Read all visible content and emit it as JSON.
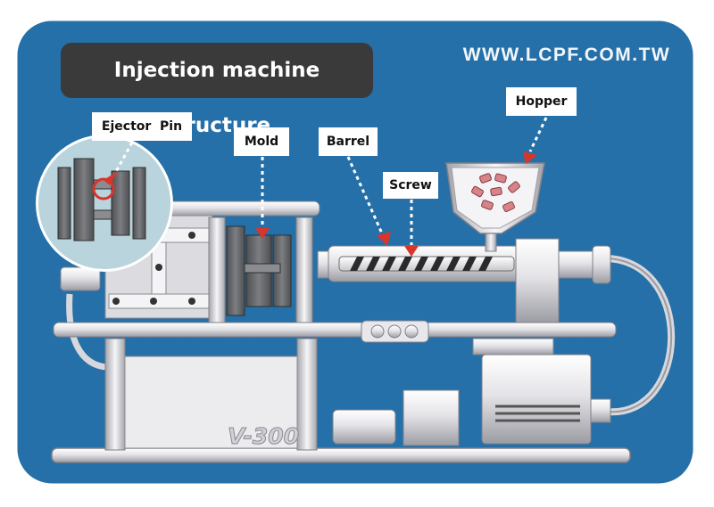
{
  "title": "Injection machine structure",
  "website": "WWW.LCPF.COM.TW",
  "model": "V-300",
  "labels": {
    "ejector_pin": "Ejector  Pin",
    "mold": "Mold",
    "barrel": "Barrel",
    "screw": "Screw",
    "hopper": "Hopper"
  },
  "colors": {
    "background": "#2570a8",
    "machine": "#e6e6ea",
    "mold": "#6b6d70",
    "pointer": "#d9352b",
    "inset": "#b9d4dc"
  }
}
